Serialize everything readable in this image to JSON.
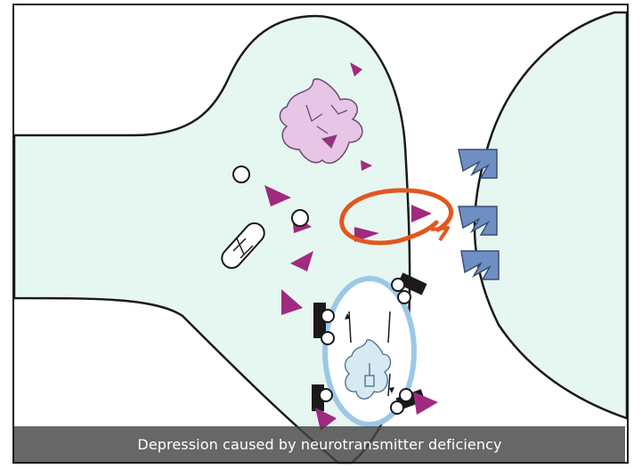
{
  "caption": "Depression caused by neurotransmitter deficiency",
  "colors": {
    "background": "#ffffff",
    "cell_fill": "#e6f6f1",
    "outline": "#1a1a1a",
    "neurotransmitter": "#a02a80",
    "reuptake_highlight": "#e2571e",
    "receptor": "#6f8fc4",
    "enzyme": "#e6c5e6",
    "vesicle_ring": "#9cc8e8",
    "caption_bar": "#464646",
    "caption_text": "#ffffff"
  },
  "icons": {
    "neurotransmitter": "purple-triangle",
    "receptor": "blue-zigzag-receptor",
    "reuptake": "orange-loop-arrow",
    "enzyme": "crumpled-enzyme-shape",
    "mitochondrion": "striped-capsule",
    "vesicle": "small-circle"
  }
}
